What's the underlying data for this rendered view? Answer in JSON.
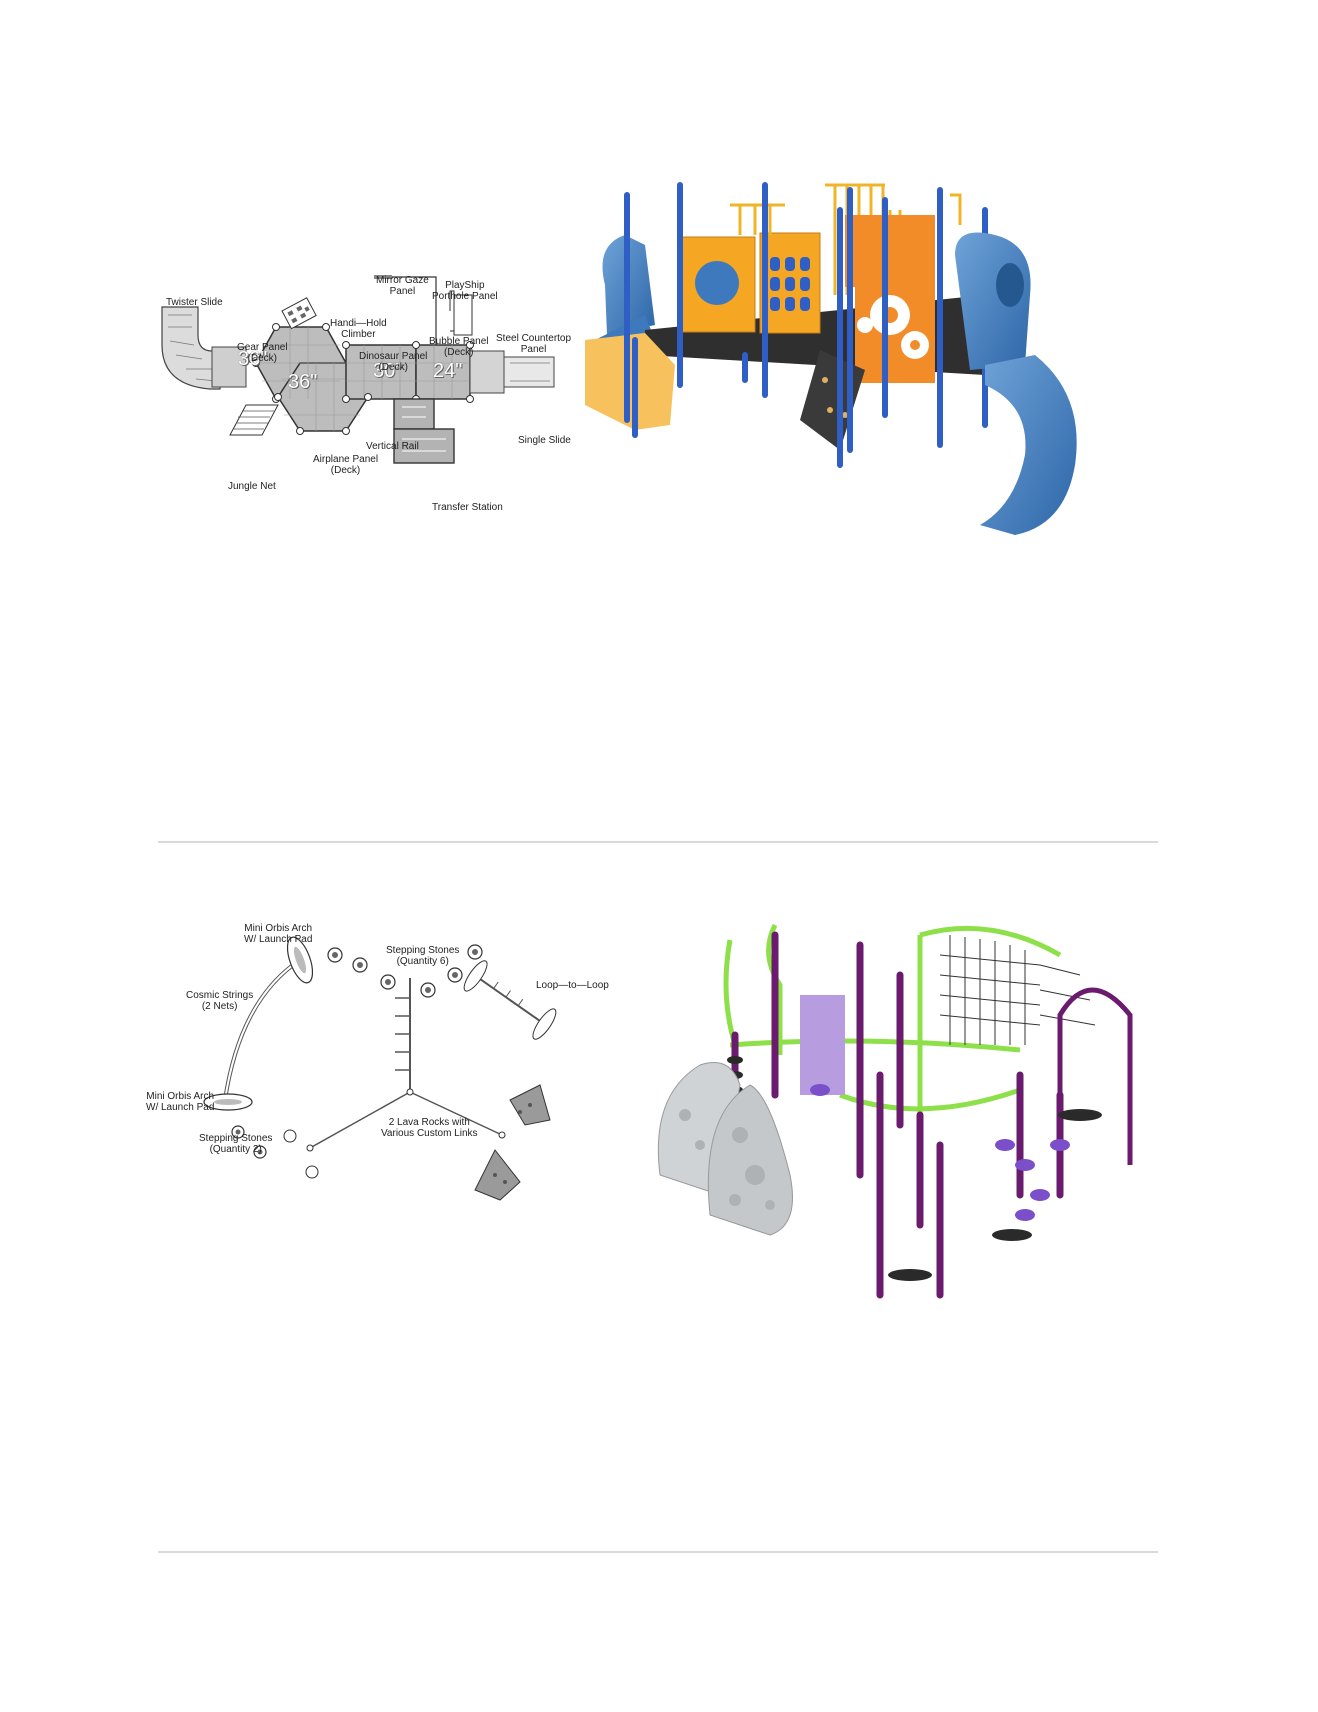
{
  "section1": {
    "plan_labels": {
      "twister_slide": "Twister Slide",
      "mirror_gaze_panel": "Mirror Gaze\nPanel",
      "playship_porthole_panel": "PlayShip\nPorthole Panel",
      "handi_hold_climber": "Handi—Hold\nClimber",
      "gear_panel": "Gear Panel\n(Deck)",
      "dinosaur_panel": "Dinosaur Panel\n(Deck)",
      "bubble_panel": "Bubble Panel\n(Deck)",
      "steel_countertop_panel": "Steel Countertop\nPanel",
      "vertical_rail": "Vertical Rail",
      "airplane_panel": "Airplane Panel\n(Deck)",
      "single_slide": "Single Slide",
      "jungle_net": "Jungle Net",
      "transfer_station": "Transfer Station"
    },
    "deck_heights": [
      "36\"",
      "36\"",
      "30\"",
      "24\""
    ],
    "render_colors": {
      "posts": "#2f5fc4",
      "panels": "#f5a623",
      "slides": "#4a86c5",
      "deck": "#2b2b2b"
    }
  },
  "section2": {
    "plan_labels": {
      "mini_orbis_arch_top": "Mini Orbis Arch\nW/ Launch Pad",
      "stepping_stones_6": "Stepping Stones\n(Quantity 6)",
      "cosmic_strings": "Cosmic Strings\n(2 Nets)",
      "loop_to_loop": "Loop—to—Loop",
      "mini_orbis_arch_bottom": "Mini Orbis Arch\nW/ Launch Pad",
      "lava_rocks": "2 Lava Rocks with\nVarious Custom Links",
      "stepping_stones_2": "Stepping Stones\n(Quantity 2)"
    },
    "render_colors": {
      "posts": "#6a1b6e",
      "rails": "#8ee04a",
      "stones": "#7b4fc9",
      "rocks": "#cfd3d6"
    }
  }
}
